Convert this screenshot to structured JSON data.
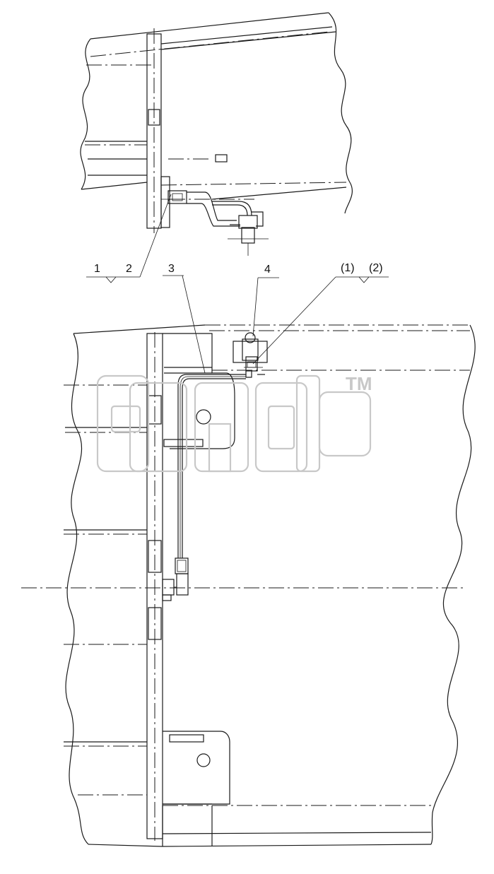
{
  "callouts": {
    "item_1": "1",
    "item_2": "2",
    "item_3": "3",
    "item_4": "4",
    "ref_1": "(1)",
    "ref_2": "(2)"
  },
  "watermark": {
    "trademark": "TM",
    "logo_name": "эпиф"
  },
  "colors": {
    "line": "#1a1a1a",
    "watermark": "#c8c8c8",
    "background": "#ffffff"
  }
}
